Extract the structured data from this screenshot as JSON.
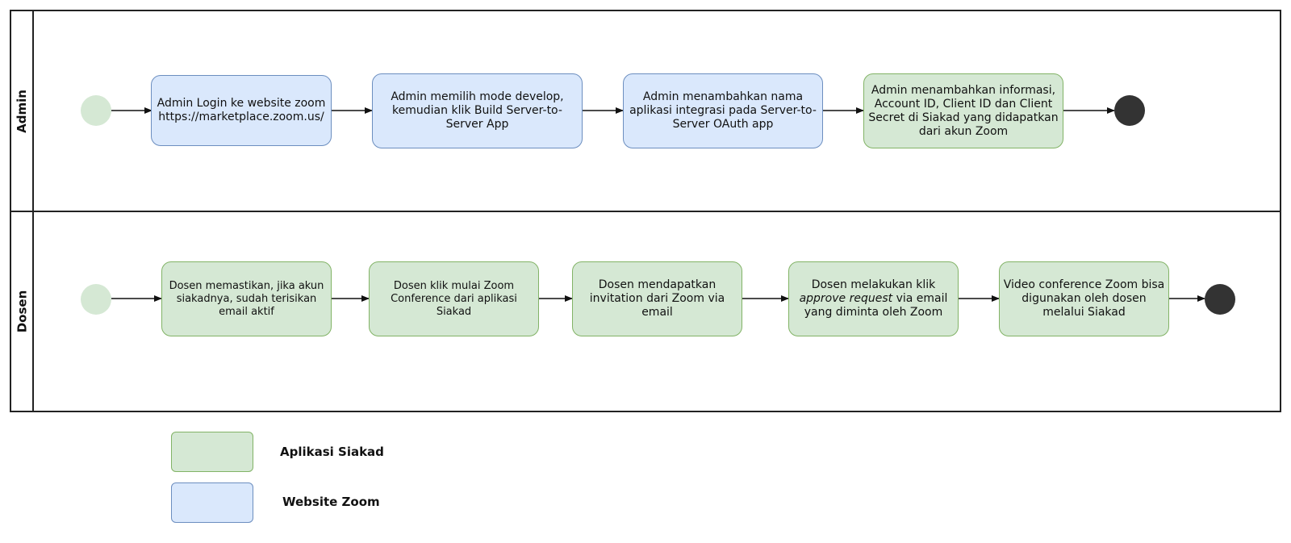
{
  "lanes": {
    "admin": "Admin",
    "dosen": "Dosen"
  },
  "admin_steps": {
    "s1": "Admin Login ke website zoom https://marketplace.zoom.us/",
    "s2": "Admin memilih mode develop, kemudian klik Build Server-to-Server App",
    "s3": "Admin menambahkan nama aplikasi integrasi pada Server-to-Server OAuth app",
    "s4": "Admin menambahkan informasi, Account ID, Client ID dan Client Secret di Siakad yang didapatkan dari akun Zoom"
  },
  "dosen_steps": {
    "s1": "Dosen memastikan, jika akun siakadnya, sudah terisikan email aktif",
    "s2": "Dosen klik mulai Zoom Conference dari aplikasi Siakad",
    "s3": "Dosen mendapatkan invitation dari Zoom via email",
    "s4_pre": "Dosen melakukan klik ",
    "s4_em": "approve request",
    "s4_post": " via email yang diminta oleh Zoom",
    "s5": "Video conference Zoom bisa digunakan oleh dosen melalui Siakad"
  },
  "legend": {
    "green_label": "Aplikasi Siakad",
    "blue_label": "Website Zoom"
  },
  "colors": {
    "siakad_fill": "#d5e8d4",
    "siakad_stroke": "#82b366",
    "zoom_fill": "#dae8fc",
    "zoom_stroke": "#6c8ebf",
    "end_node": "#333333"
  }
}
